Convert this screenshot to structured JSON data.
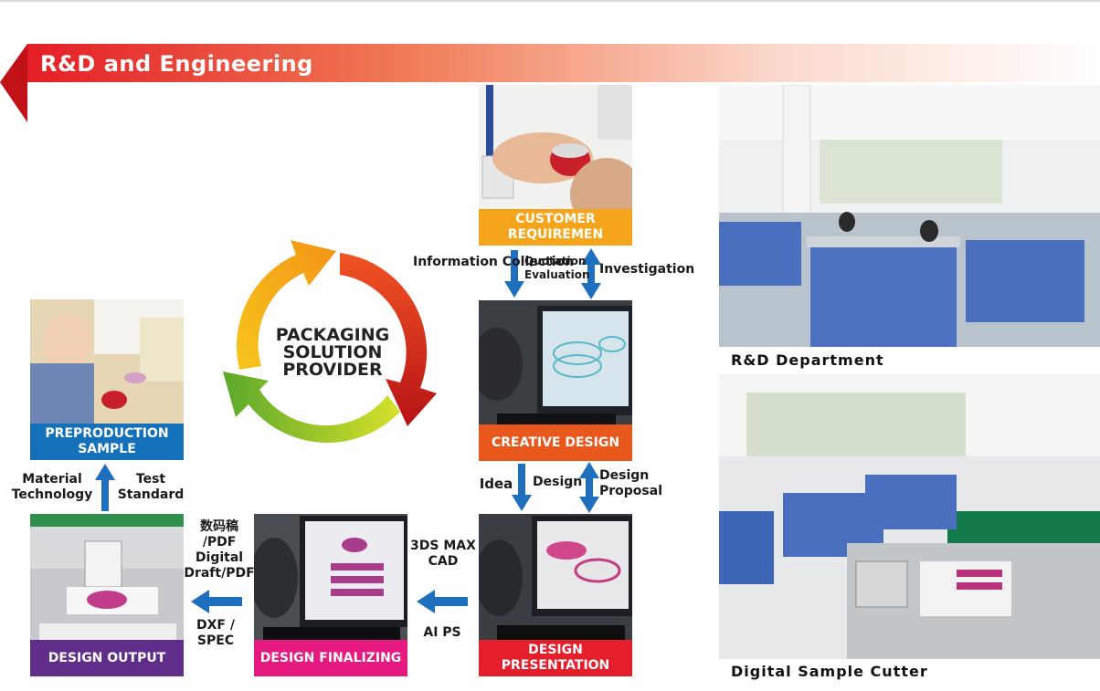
{
  "header": {
    "title": "R&D and Engineering"
  },
  "center": {
    "line1": "PACKAGING",
    "line2": "SOLUTION",
    "line3": "PROVIDER"
  },
  "steps": {
    "customer_requirement": "CUSTOMER REQUIREMEN",
    "creative_design": "CREATIVE DESIGN",
    "design_presentation": "DESIGN PRESENTATION",
    "design_finalizing": "DESIGN FINALIZING",
    "design_output": "DESIGN OUTPUT",
    "preproduction_sample": "PREPRODUCTION SAMPLE"
  },
  "flow_labels": {
    "information_collection": "Information Collection",
    "quotation_evaluation": "Quotation Evaluation",
    "investigation": "Investigation",
    "idea": "Idea",
    "design": "Design",
    "design_proposal": "Design Proposal",
    "tools_3d": "3DS MAX CAD",
    "tools_2d": "AI  PS",
    "digital_files": "数码稿 /PDF Digital Draft/PDF",
    "dxf_spec": "DXF / SPEC",
    "material_technology": "Material Technology",
    "test_standard": "Test Standard"
  },
  "captions": {
    "rd_department": "R&D Department",
    "digital_sample_cutter": "Digital Sample Cutter"
  },
  "colors": {
    "banner_red": "#e41e26",
    "customer_requirement": "#f5a51c",
    "creative_design": "#e8571c",
    "design_presentation": "#e41e2b",
    "design_finalizing": "#e5197f",
    "design_output": "#612d8a",
    "preproduction_sample": "#1470b9",
    "flow_arrow": "#1f6fbf"
  },
  "icons": [
    "cycle-arrows-icon",
    "arrow-down-icon",
    "arrow-up-icon",
    "arrow-left-icon",
    "double-arrow-icon"
  ]
}
